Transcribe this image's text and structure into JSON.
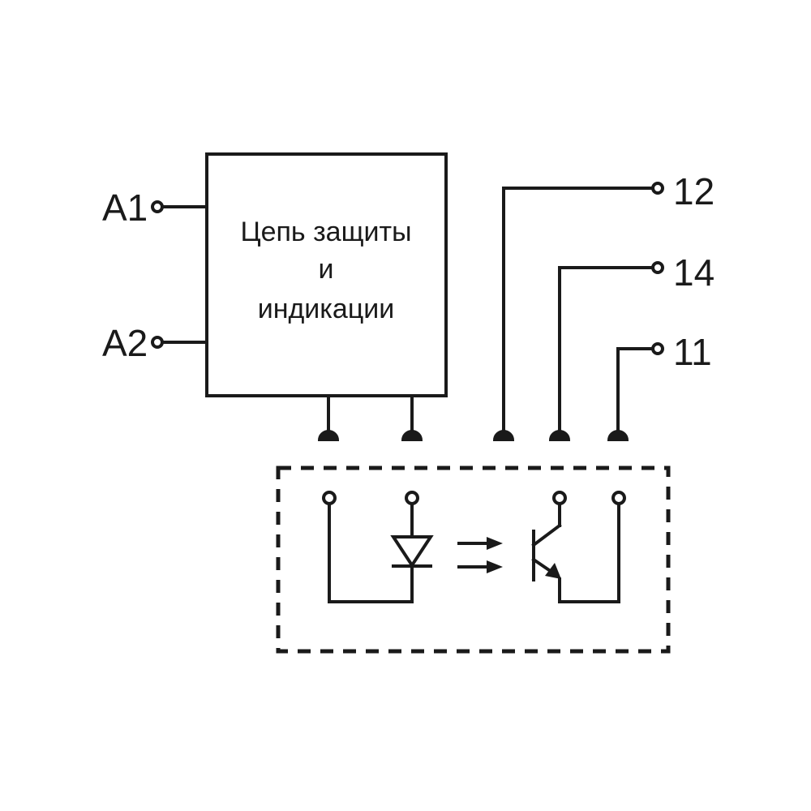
{
  "block": {
    "line1": "Цепь защиты",
    "line2": "и",
    "line3": "индикации"
  },
  "terminals": {
    "a1": "A1",
    "a2": "A2",
    "t12": "12",
    "t14": "14",
    "t11": "11"
  },
  "colors": {
    "stroke": "#1a1a1a",
    "background": "#ffffff"
  }
}
